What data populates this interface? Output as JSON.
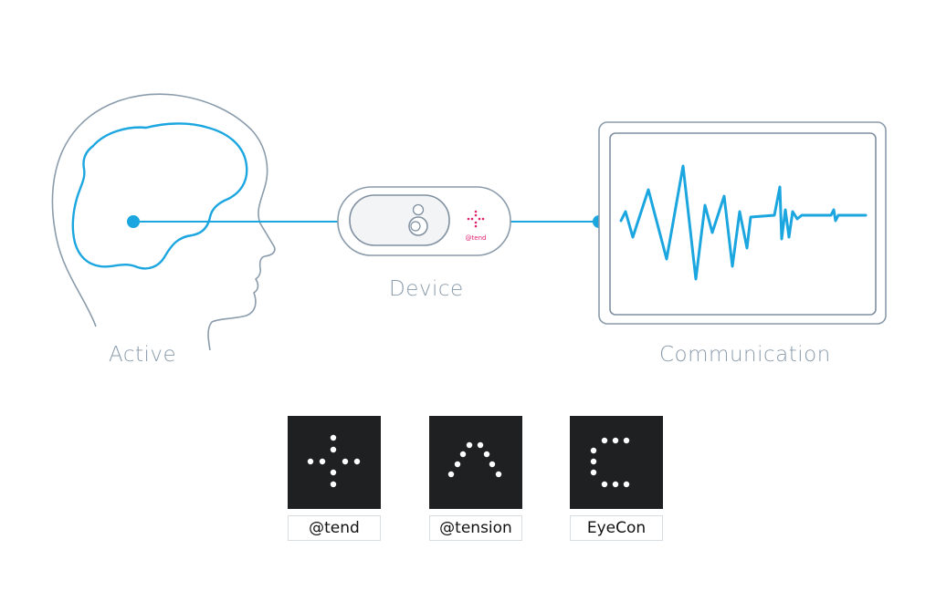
{
  "labels": {
    "active": "Active",
    "device": "Device",
    "communication": "Communication"
  },
  "device": {
    "brand_text": "@tend",
    "brand_icon": "cross-dots-icon"
  },
  "modes": [
    {
      "caption": "@tend",
      "icon": "cross-dots-icon"
    },
    {
      "caption": "@tension",
      "icon": "caret-dots-icon"
    },
    {
      "caption": "EyeCon",
      "icon": "c-dots-icon"
    }
  ],
  "colors": {
    "accent": "#1ba6e0",
    "outline": "#8a9bab",
    "brand": "#e0206e",
    "tile_bg": "#1f2022"
  }
}
